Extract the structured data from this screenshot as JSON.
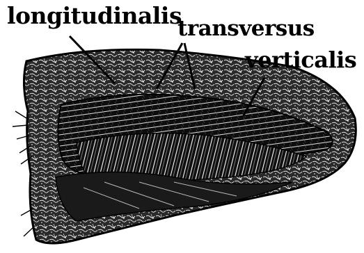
{
  "labels": {
    "longitudinalis": "longitudinalis",
    "transversus": "transversus",
    "verticalis": "verticalis"
  },
  "colors": {
    "ink": "#000000",
    "tissue_dark": "#111111",
    "tissue_mid": "#3a3a3a",
    "paper": "#ffffff"
  },
  "illustration": "tongue-muscle-cross-section"
}
